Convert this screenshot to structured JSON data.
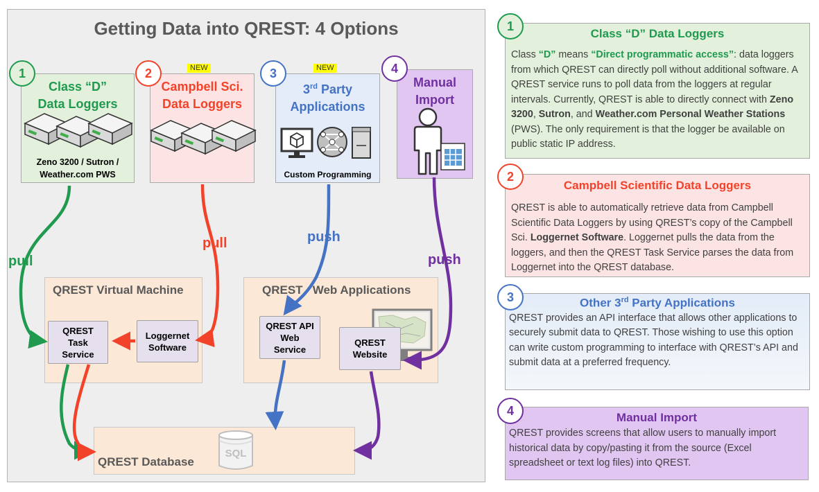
{
  "main": {
    "title": "Getting Data into QREST: 4 Options"
  },
  "badges": {
    "new": "NEW"
  },
  "options": [
    {
      "number": "1",
      "title_line1": "Class “D”",
      "title_line2": "Data Loggers",
      "caption_line1": "Zeno 3200 / Sutron /",
      "caption_line2": "Weather.com PWS"
    },
    {
      "number": "2",
      "title_line1": "Campbell Sci.",
      "title_line2": "Data Loggers"
    },
    {
      "number": "3",
      "title_line1": "3",
      "title_sup": "rd",
      "title_line1b": " Party",
      "title_line2": "Applications",
      "caption": "Custom Programming"
    },
    {
      "number": "4",
      "title_line1": "Manual",
      "title_line2": "Import"
    }
  ],
  "arrows": {
    "pull": "pull",
    "push": "push"
  },
  "vm": {
    "title": "QREST Virtual Machine",
    "task_service_line1": "QREST",
    "task_service_line2": "Task",
    "task_service_line3": "Service",
    "loggernet_line1": "Loggernet",
    "loggernet_line2": "Software"
  },
  "web": {
    "title": "QREST   Web Applications",
    "api_line1": "QREST API",
    "api_line2": "Web",
    "api_line3": "Service",
    "website_line1": "QREST",
    "website_line2": "Website"
  },
  "db": {
    "title": "QREST Database",
    "sql": "SQL"
  },
  "right_panels": [
    {
      "number": "1",
      "title": "Class “D” Data Loggers",
      "t1": "Class ",
      "b1": "“D”",
      "t2": " means ",
      "b2": "“Direct programmatic access”",
      "t3": ": data loggers from which QREST can directly poll without additional software. A QREST service runs to poll data from the loggers at regular intervals. Currently, QREST is able to directly connect with ",
      "b3": "Zeno 3200",
      "t4": ", ",
      "b4": "Sutron",
      "t5": ", and ",
      "b5": "Weather.com Personal Weather Stations",
      "t6": " (PWS). The only requirement is that the logger be available on public static IP address."
    },
    {
      "number": "2",
      "title": "Campbell Scientific Data Loggers",
      "t1": "QREST is able to automatically retrieve data from Campbell Scientific Data Loggers by using QREST’s copy of the Campbell Sci. ",
      "b1": "Loggernet Software",
      "t2": ". Loggernet pulls the data from the loggers, and then the QREST Task Service parses the data from Loggernet into the QREST database."
    },
    {
      "number": "3",
      "title_a": "Other 3",
      "title_sup": "rd",
      "title_b": " Party Applications",
      "t1": "QREST provides an API interface that allows other applications to securely submit data to QREST. Those wishing to use this option can write custom programming to interface with QREST’s API and submit data at a preferred frequency."
    },
    {
      "number": "4",
      "title": "Manual Import",
      "t1": "QREST provides screens that allow users to manually import historical data by copy/pasting it from the source (Excel spreadsheet or text log files) into QREST."
    }
  ],
  "colors": {
    "green": "#1f9a4f",
    "red": "#f2432a",
    "blue": "#4472c4",
    "purple": "#7030a0",
    "green_bg": "#e3f1dc",
    "red_bg": "#fde4e4",
    "blue_bg": "#e3ecf8",
    "purple_bg": "#e1c6f2"
  }
}
